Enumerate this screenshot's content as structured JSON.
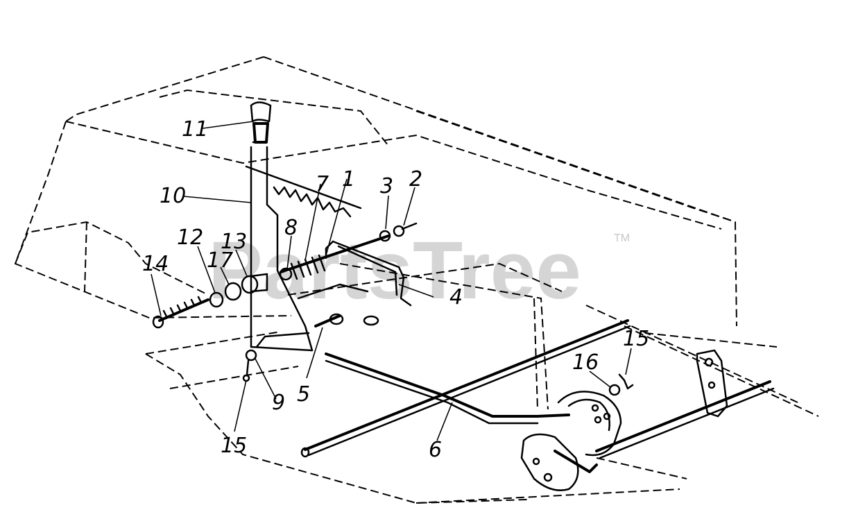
{
  "watermark": {
    "text": "PartsTree",
    "trademark": "TM"
  },
  "callouts": [
    {
      "id": "1",
      "text": "1"
    },
    {
      "id": "2",
      "text": "2"
    },
    {
      "id": "3",
      "text": "3"
    },
    {
      "id": "4",
      "text": "4"
    },
    {
      "id": "5",
      "text": "5"
    },
    {
      "id": "6",
      "text": "6"
    },
    {
      "id": "7",
      "text": "7"
    },
    {
      "id": "8",
      "text": "8"
    },
    {
      "id": "9",
      "text": "9"
    },
    {
      "id": "10",
      "text": "10"
    },
    {
      "id": "11",
      "text": "11"
    },
    {
      "id": "12",
      "text": "12"
    },
    {
      "id": "13",
      "text": "13"
    },
    {
      "id": "14",
      "text": "14"
    },
    {
      "id": "15a",
      "text": "15"
    },
    {
      "id": "15b",
      "text": "15"
    },
    {
      "id": "16",
      "text": "16"
    },
    {
      "id": "17",
      "text": "17"
    }
  ]
}
